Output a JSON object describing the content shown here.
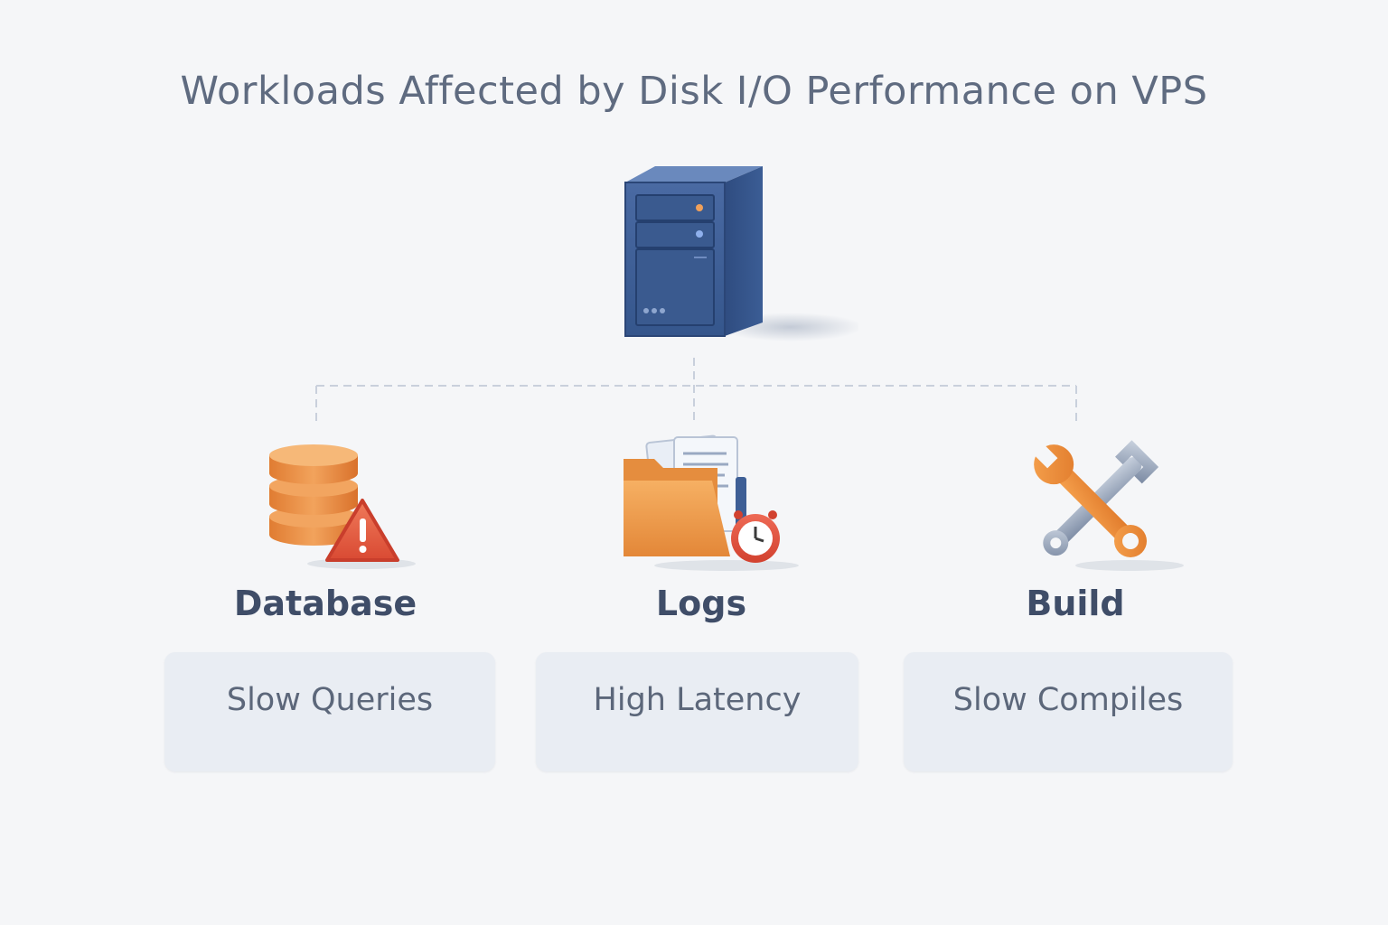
{
  "title": "Workloads Affected by Disk I/O Performance on VPS",
  "server": {
    "icon": "server-icon"
  },
  "workloads": [
    {
      "name": "Database",
      "issue": "Slow Queries",
      "icon": "database-warning-icon"
    },
    {
      "name": "Logs",
      "issue": "High Latency",
      "icon": "folder-clock-icon"
    },
    {
      "name": "Build",
      "issue": "Slow Compiles",
      "icon": "wrench-tools-icon"
    }
  ],
  "colors": {
    "title": "#5f6b80",
    "label": "#3f4d68",
    "card_bg": "#e9edf3",
    "server_blue": "#3e5f96",
    "accent_orange": "#ea8a3c",
    "warning_red": "#e0553f",
    "connector": "#c9d0dc"
  }
}
